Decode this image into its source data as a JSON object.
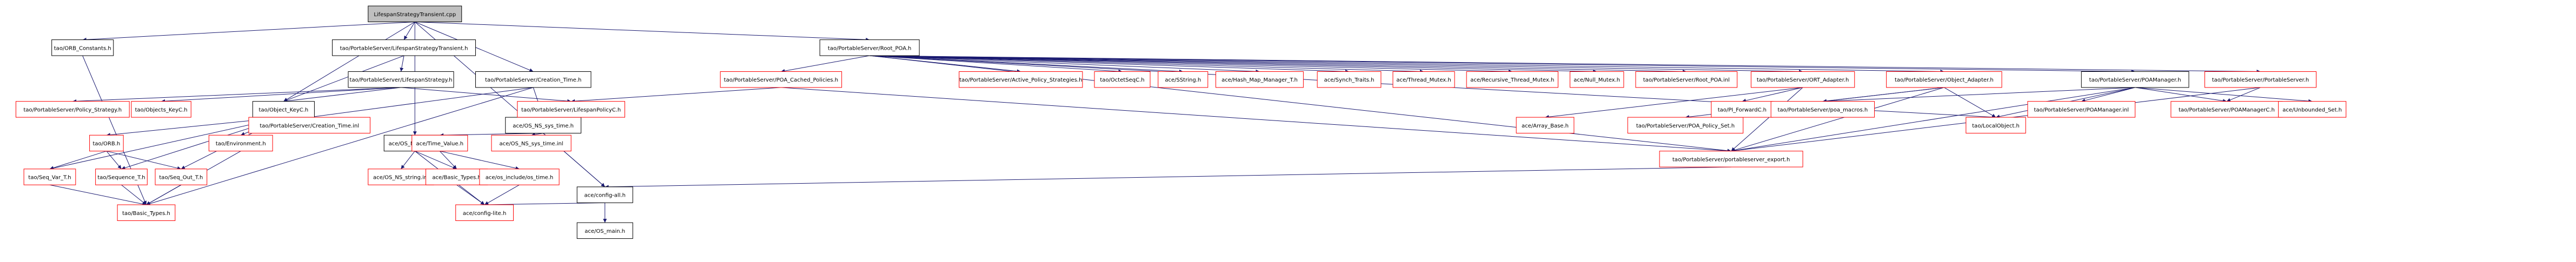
{
  "colors": {
    "edge": "#191970",
    "border_black": "#000000",
    "border_red": "#ff0000",
    "root_fill": "#bfbfbf",
    "node_fill": "#ffffff",
    "text": "#000000"
  },
  "nodes": [
    {
      "id": "root",
      "label": "LifespanStrategyTransient.cpp",
      "style": "root"
    },
    {
      "id": "n1",
      "label": "tao/ORB_Constants.h",
      "style": "black"
    },
    {
      "id": "n2",
      "label": "tao/PortableServer/LifespanStrategyTransient.h",
      "style": "black"
    },
    {
      "id": "n3",
      "label": "tao/PortableServer/Root_POA.h",
      "style": "black"
    },
    {
      "id": "n4",
      "label": "tao/PortableServer/LifespanStrategy.h",
      "style": "black"
    },
    {
      "id": "n5",
      "label": "tao/PortableServer/Creation_Time.h",
      "style": "black"
    },
    {
      "id": "n6",
      "label": "tao/PortableServer/POA_Cached_Policies.h",
      "style": "red"
    },
    {
      "id": "n7",
      "label": "tao/PortableServer/Active_Policy_Strategies.h",
      "style": "red"
    },
    {
      "id": "n8",
      "label": "tao/OctetSeqC.h",
      "style": "red"
    },
    {
      "id": "n9",
      "label": "ace/SString.h",
      "style": "red"
    },
    {
      "id": "n10",
      "label": "ace/Hash_Map_Manager_T.h",
      "style": "red"
    },
    {
      "id": "n11",
      "label": "ace/Synch_Traits.h",
      "style": "red"
    },
    {
      "id": "n12",
      "label": "ace/Thread_Mutex.h",
      "style": "red"
    },
    {
      "id": "n13",
      "label": "ace/Recursive_Thread_Mutex.h",
      "style": "red"
    },
    {
      "id": "n14",
      "label": "ace/Null_Mutex.h",
      "style": "red"
    },
    {
      "id": "n15",
      "label": "tao/PortableServer/Root_POA.inl",
      "style": "red"
    },
    {
      "id": "n16",
      "label": "tao/PortableServer/ORT_Adapter.h",
      "style": "red"
    },
    {
      "id": "n17",
      "label": "tao/PortableServer/Object_Adapter.h",
      "style": "red"
    },
    {
      "id": "n18",
      "label": "tao/PortableServer/POAManager.h",
      "style": "black"
    },
    {
      "id": "n19",
      "label": "tao/PortableServer/PortableServer.h",
      "style": "red"
    },
    {
      "id": "n20",
      "label": "tao/PortableServer/Policy_Strategy.h",
      "style": "red"
    },
    {
      "id": "n21",
      "label": "tao/Object_KeyC.h",
      "style": "black"
    },
    {
      "id": "n22",
      "label": "tao/Objects_KeyC.h",
      "style": "red"
    },
    {
      "id": "n23",
      "label": "tao/PortableServer/Creation_Time.inl",
      "style": "red"
    },
    {
      "id": "n24",
      "label": "ace/OS_NS_sys_time.h",
      "style": "black"
    },
    {
      "id": "n25",
      "label": "tao/PortableServer/LifespanPolicyC.h",
      "style": "red"
    },
    {
      "id": "n26",
      "label": "tao/PortableServer/POA_Policy_Set.h",
      "style": "red"
    },
    {
      "id": "n27",
      "label": "ace/Array_Base.h",
      "style": "red"
    },
    {
      "id": "n28",
      "label": "tao/PI_ForwardC.h",
      "style": "red"
    },
    {
      "id": "n29",
      "label": "tao/PortableServer/poa_macros.h",
      "style": "red"
    },
    {
      "id": "n30",
      "label": "tao/LocalObject.h",
      "style": "red"
    },
    {
      "id": "n31",
      "label": "tao/PortableServer/POAManager.inl",
      "style": "red"
    },
    {
      "id": "n32",
      "label": "tao/PortableServer/POAManagerC.h",
      "style": "red"
    },
    {
      "id": "n33",
      "label": "ace/Unbounded_Set.h",
      "style": "red"
    },
    {
      "id": "n34",
      "label": "tao/ORB.h",
      "style": "red"
    },
    {
      "id": "n35",
      "label": "tao/Environment.h",
      "style": "red"
    },
    {
      "id": "n36",
      "label": "ace/OS_NS_string.h",
      "style": "black"
    },
    {
      "id": "n37",
      "label": "ace/Time_Value.h",
      "style": "red"
    },
    {
      "id": "n38",
      "label": "ace/OS_NS_sys_time.inl",
      "style": "red"
    },
    {
      "id": "n39",
      "label": "tao/PortableServer/portableserver_export.h",
      "style": "red"
    },
    {
      "id": "n40",
      "label": "tao/Seq_Var_T.h",
      "style": "red"
    },
    {
      "id": "n41",
      "label": "tao/Sequence_T.h",
      "style": "red"
    },
    {
      "id": "n42",
      "label": "tao/Seq_Out_T.h",
      "style": "red"
    },
    {
      "id": "n43",
      "label": "ace/OS_NS_string.inl",
      "style": "red"
    },
    {
      "id": "n44",
      "label": "ace/Basic_Types.h",
      "style": "red"
    },
    {
      "id": "n45",
      "label": "ace/os_include/os_time.h",
      "style": "red"
    },
    {
      "id": "n46",
      "label": "ace/config-all.h",
      "style": "black"
    },
    {
      "id": "n47",
      "label": "tao/Basic_Types.h",
      "style": "red"
    },
    {
      "id": "n48",
      "label": "ace/config-lite.h",
      "style": "red"
    },
    {
      "id": "n49",
      "label": "ace/OS_main.h",
      "style": "black"
    }
  ],
  "edges": [
    [
      "root",
      "n1"
    ],
    [
      "root",
      "n2"
    ],
    [
      "root",
      "n3"
    ],
    [
      "root",
      "n36"
    ],
    [
      "root",
      "n46"
    ],
    [
      "root",
      "n5"
    ],
    [
      "root",
      "n21"
    ],
    [
      "n1",
      "n47"
    ],
    [
      "n2",
      "n4"
    ],
    [
      "n2",
      "n21"
    ],
    [
      "n3",
      "n6"
    ],
    [
      "n3",
      "n7"
    ],
    [
      "n3",
      "n8"
    ],
    [
      "n3",
      "n9"
    ],
    [
      "n3",
      "n10"
    ],
    [
      "n3",
      "n11"
    ],
    [
      "n3",
      "n12"
    ],
    [
      "n3",
      "n13"
    ],
    [
      "n3",
      "n14"
    ],
    [
      "n3",
      "n15"
    ],
    [
      "n3",
      "n16"
    ],
    [
      "n3",
      "n17"
    ],
    [
      "n3",
      "n18"
    ],
    [
      "n3",
      "n19"
    ],
    [
      "n3",
      "n39"
    ],
    [
      "n3",
      "n30"
    ],
    [
      "n4",
      "n20"
    ],
    [
      "n4",
      "n22"
    ],
    [
      "n4",
      "n21"
    ],
    [
      "n4",
      "n25"
    ],
    [
      "n5",
      "n23"
    ],
    [
      "n5",
      "n24"
    ],
    [
      "n5",
      "n47"
    ],
    [
      "n6",
      "n25"
    ],
    [
      "n6",
      "n39"
    ],
    [
      "n16",
      "n27"
    ],
    [
      "n16",
      "n28"
    ],
    [
      "n16",
      "n39"
    ],
    [
      "n17",
      "n26"
    ],
    [
      "n17",
      "n29"
    ],
    [
      "n17",
      "n30"
    ],
    [
      "n17",
      "n39"
    ],
    [
      "n18",
      "n31"
    ],
    [
      "n18",
      "n32"
    ],
    [
      "n18",
      "n33"
    ],
    [
      "n18",
      "n30"
    ],
    [
      "n18",
      "n39"
    ],
    [
      "n18",
      "n29"
    ],
    [
      "n19",
      "n39"
    ],
    [
      "n19",
      "n32"
    ],
    [
      "n21",
      "n34"
    ],
    [
      "n21",
      "n35"
    ],
    [
      "n21",
      "n40"
    ],
    [
      "n21",
      "n42"
    ],
    [
      "n21",
      "n41"
    ],
    [
      "n24",
      "n37"
    ],
    [
      "n24",
      "n38"
    ],
    [
      "n24",
      "n46"
    ],
    [
      "n34",
      "n40"
    ],
    [
      "n34",
      "n41"
    ],
    [
      "n34",
      "n42"
    ],
    [
      "n35",
      "n47"
    ],
    [
      "n36",
      "n43"
    ],
    [
      "n36",
      "n44"
    ],
    [
      "n36",
      "n48"
    ],
    [
      "n37",
      "n44"
    ],
    [
      "n37",
      "n45"
    ],
    [
      "n39",
      "n46"
    ],
    [
      "n40",
      "n47"
    ],
    [
      "n41",
      "n47"
    ],
    [
      "n42",
      "n47"
    ],
    [
      "n44",
      "n48"
    ],
    [
      "n45",
      "n48"
    ],
    [
      "n46",
      "n48"
    ],
    [
      "n46",
      "n49"
    ]
  ]
}
